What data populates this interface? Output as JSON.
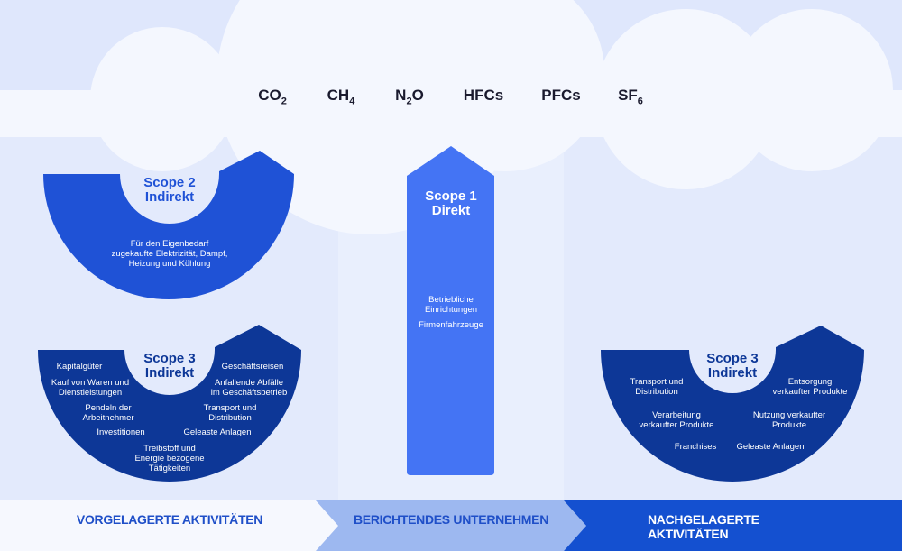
{
  "gases": [
    {
      "base": "CO",
      "sub": "2"
    },
    {
      "base": "CH",
      "sub": "4"
    },
    {
      "base": "N",
      "sub": "2",
      "rest": "O"
    },
    {
      "base": "HFCs"
    },
    {
      "base": "PFCs"
    },
    {
      "base": "SF",
      "sub": "6"
    }
  ],
  "scope2": {
    "title1": "Scope 2",
    "title2": "Indirekt",
    "lines": [
      "Für den Eigenbedarf",
      "zugekaufte Elektrizität, Dampf,",
      "Heizung und Kühlung"
    ]
  },
  "scope1": {
    "title1": "Scope 1",
    "title2": "Direkt",
    "items": [
      "Betriebliche",
      "Einrichtungen",
      "Firmenfahrzeuge"
    ]
  },
  "scope3_up": {
    "title1": "Scope 3",
    "title2": "Indirekt",
    "items": [
      "Kapitalgüter",
      "Kauf von Waren und",
      "Dienstleistungen",
      "Pendeln der",
      "Arbeitnehmer",
      "Investitionen",
      "Treibstoff und",
      "Energie bezogene",
      "Tätigkeiten",
      "Geschäftsreisen",
      "Anfallende Abfälle",
      "im Geschäftsbetrieb",
      "Transport und",
      "Distribution",
      "Geleaste Anlagen"
    ]
  },
  "scope3_down": {
    "title1": "Scope 3",
    "title2": "Indirekt",
    "items": [
      "Transport und",
      "Distribution",
      "Verarbeitung",
      "verkaufter Produkte",
      "Franchises",
      "Entsorgung",
      "verkaufter Produkte",
      "Nutzung verkaufter",
      "Produkte",
      "Geleaste Anlagen"
    ]
  },
  "bands": [
    "VORGELAGERTE AKTIVITÄTEN",
    "BERICHTENDES UNTERNEHMEN",
    "NACHGELAGERTE AKTIVITÄTEN"
  ],
  "colors": {
    "scope1": "#4474f4",
    "scope2": "#1f52d6",
    "scope3": "#0d3797",
    "band3": "#1450d0",
    "band2": "#9db8f0"
  }
}
